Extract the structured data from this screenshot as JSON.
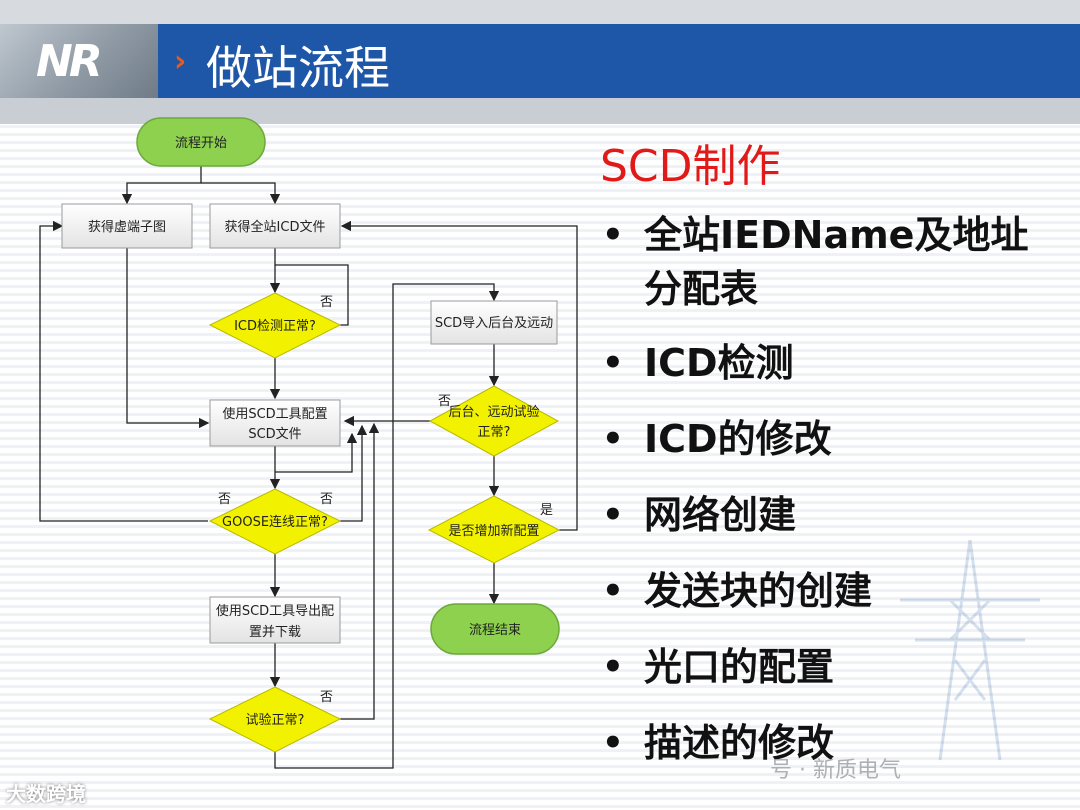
{
  "header": {
    "logo": "NR",
    "title": "做站流程"
  },
  "flowchart": {
    "start": "流程开始",
    "get_virtual_terminal": "获得虚端子图",
    "get_icd": "获得全站ICD文件",
    "icd_check": "ICD检测正常?",
    "use_scd_tool_config_l1": "使用SCD工具配置",
    "use_scd_tool_config_l2": "SCD文件",
    "goose_check": "GOOSE连线正常?",
    "export_l1": "使用SCD工具导出配",
    "export_l2": "置并下载",
    "test_check": "试验正常?",
    "scd_import": "SCD导入后台及远动",
    "backend_check_l1": "后台、远动试验",
    "backend_check_l2": "正常?",
    "add_new_config": "是否增加新配置",
    "end": "流程结束",
    "label_no": "否",
    "label_yes": "是"
  },
  "right_panel": {
    "title": "SCD制作",
    "items": [
      {
        "line1": "全站IEDName及地址",
        "line2": "分配表"
      },
      {
        "line1": "ICD检测"
      },
      {
        "line1": "ICD的修改"
      },
      {
        "line1": "网络创建"
      },
      {
        "line1": "发送块的创建"
      },
      {
        "line1": "光口的配置"
      },
      {
        "line1": "描述的修改"
      }
    ]
  },
  "watermarks": {
    "right": "号 · 新质电气",
    "left": "大数跨境"
  },
  "colors": {
    "header_blue": "#1f57a8",
    "accent_orange": "#e85a1b",
    "title_red": "#e11919",
    "terminal_green": "#8ed14f",
    "decision_yellow": "#f2f200",
    "process_gray": "#f2f2f2"
  }
}
